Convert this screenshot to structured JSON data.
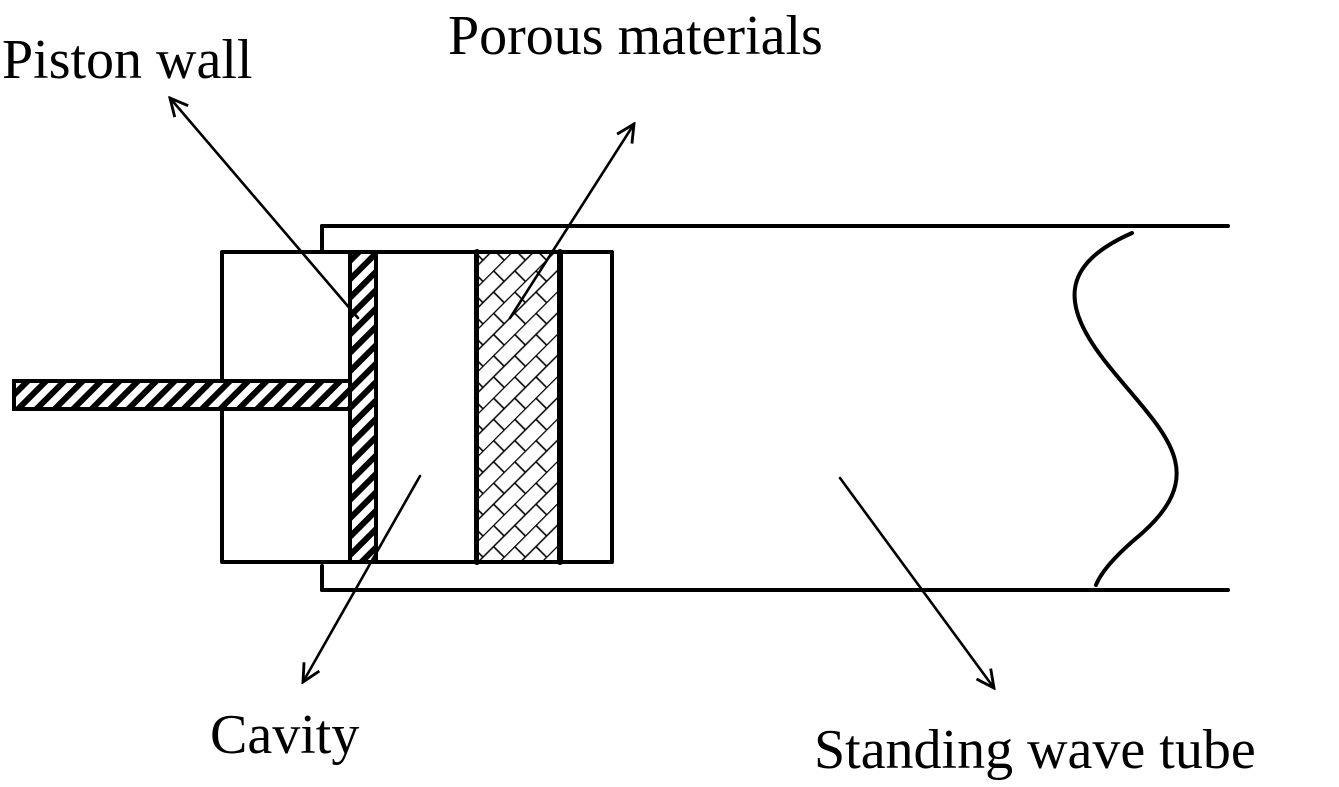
{
  "labels": {
    "piston_wall": "Piston wall",
    "porous_materials": "Porous materials",
    "cavity": "Cavity",
    "standing_wave_tube": "Standing wave tube"
  },
  "colors": {
    "stroke": "#000000",
    "background": "#ffffff"
  }
}
